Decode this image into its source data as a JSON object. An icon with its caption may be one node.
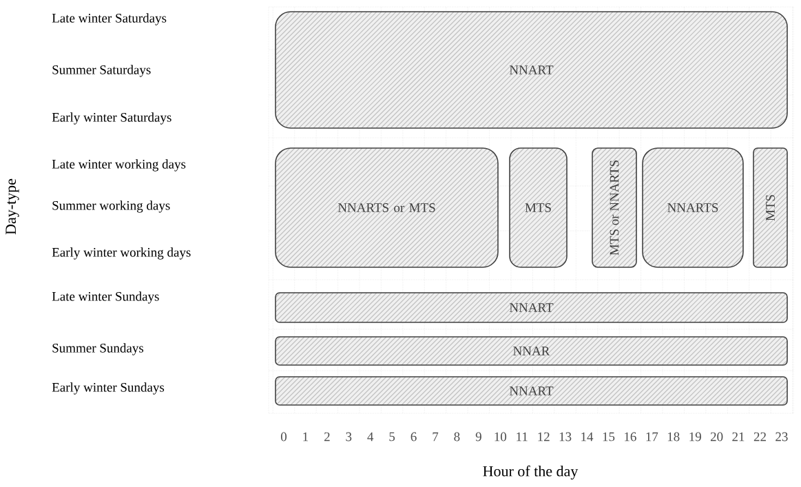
{
  "diagram": {
    "nodes": [
      {
        "text": [
          "NNART"
        ]
      },
      {
        "text": [
          "NNARTS or MTS"
        ]
      },
      {
        "text": [
          "MTS"
        ]
      },
      {
        "text": [
          "MTS or NNARTS"
        ]
      },
      {
        "text": [
          "NNARTS"
        ]
      },
      {
        "text": [
          "MTS"
        ]
      },
      {
        "text": [
          "NNART"
        ]
      },
      {
        "text": [
          "NNAR"
        ]
      },
      {
        "text": [
          "NNART"
        ]
      }
    ],
    "labels": [
      "Late winter Saturdays",
      "Summer Saturdays",
      "Early winter Saturdays",
      "Late winter working days",
      "Summer working days",
      "Early winter working days",
      "Late winter Sundays",
      "Summer Sundays",
      "Early winter Sundays",
      "Day-type",
      "0",
      "1",
      "2",
      "3",
      "4",
      "5",
      "6",
      "7",
      "8",
      "9",
      "10",
      "11",
      "12",
      "13",
      "14",
      "15",
      "16",
      "17",
      "18",
      "19",
      "20",
      "21",
      "22",
      "23",
      "Hour of the day"
    ]
  }
}
